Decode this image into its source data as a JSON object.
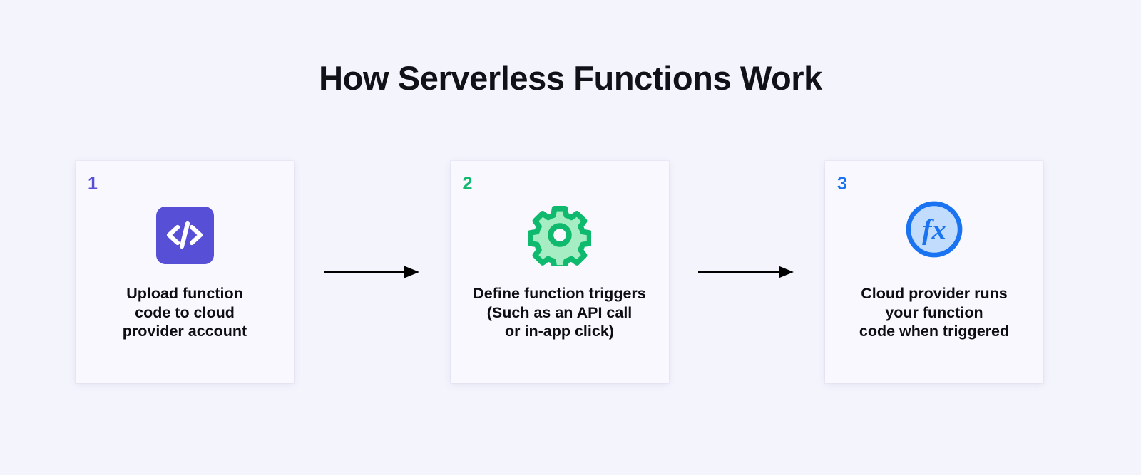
{
  "page": {
    "background_color": "#f4f4fd",
    "title": "How Serverless Functions Work"
  },
  "colors": {
    "purple": "#574fd6",
    "green_dark": "#0fba6e",
    "green_light": "#a7edc4",
    "blue": "#1a73f0",
    "blue_light": "#c2dcfd",
    "text": "#0d0d14",
    "card_background": "#f8f8fe",
    "arrow": "#000000"
  },
  "steps": [
    {
      "number": "1",
      "number_color": "#574fd6",
      "icon_name": "code-brackets-icon",
      "label": "Upload function\ncode to cloud\nprovider account"
    },
    {
      "number": "2",
      "number_color": "#0fba6e",
      "icon_name": "gear-icon",
      "label": "Define function triggers\n(Such as an API call\nor in-app click)"
    },
    {
      "number": "3",
      "number_color": "#1a73f0",
      "icon_name": "fx-circle-icon",
      "label": "Cloud provider runs\nyour function\ncode when triggered"
    }
  ],
  "connectors": [
    {
      "name": "arrow-step1-to-step2",
      "direction": "right"
    },
    {
      "name": "arrow-step2-to-step3",
      "direction": "right"
    }
  ]
}
